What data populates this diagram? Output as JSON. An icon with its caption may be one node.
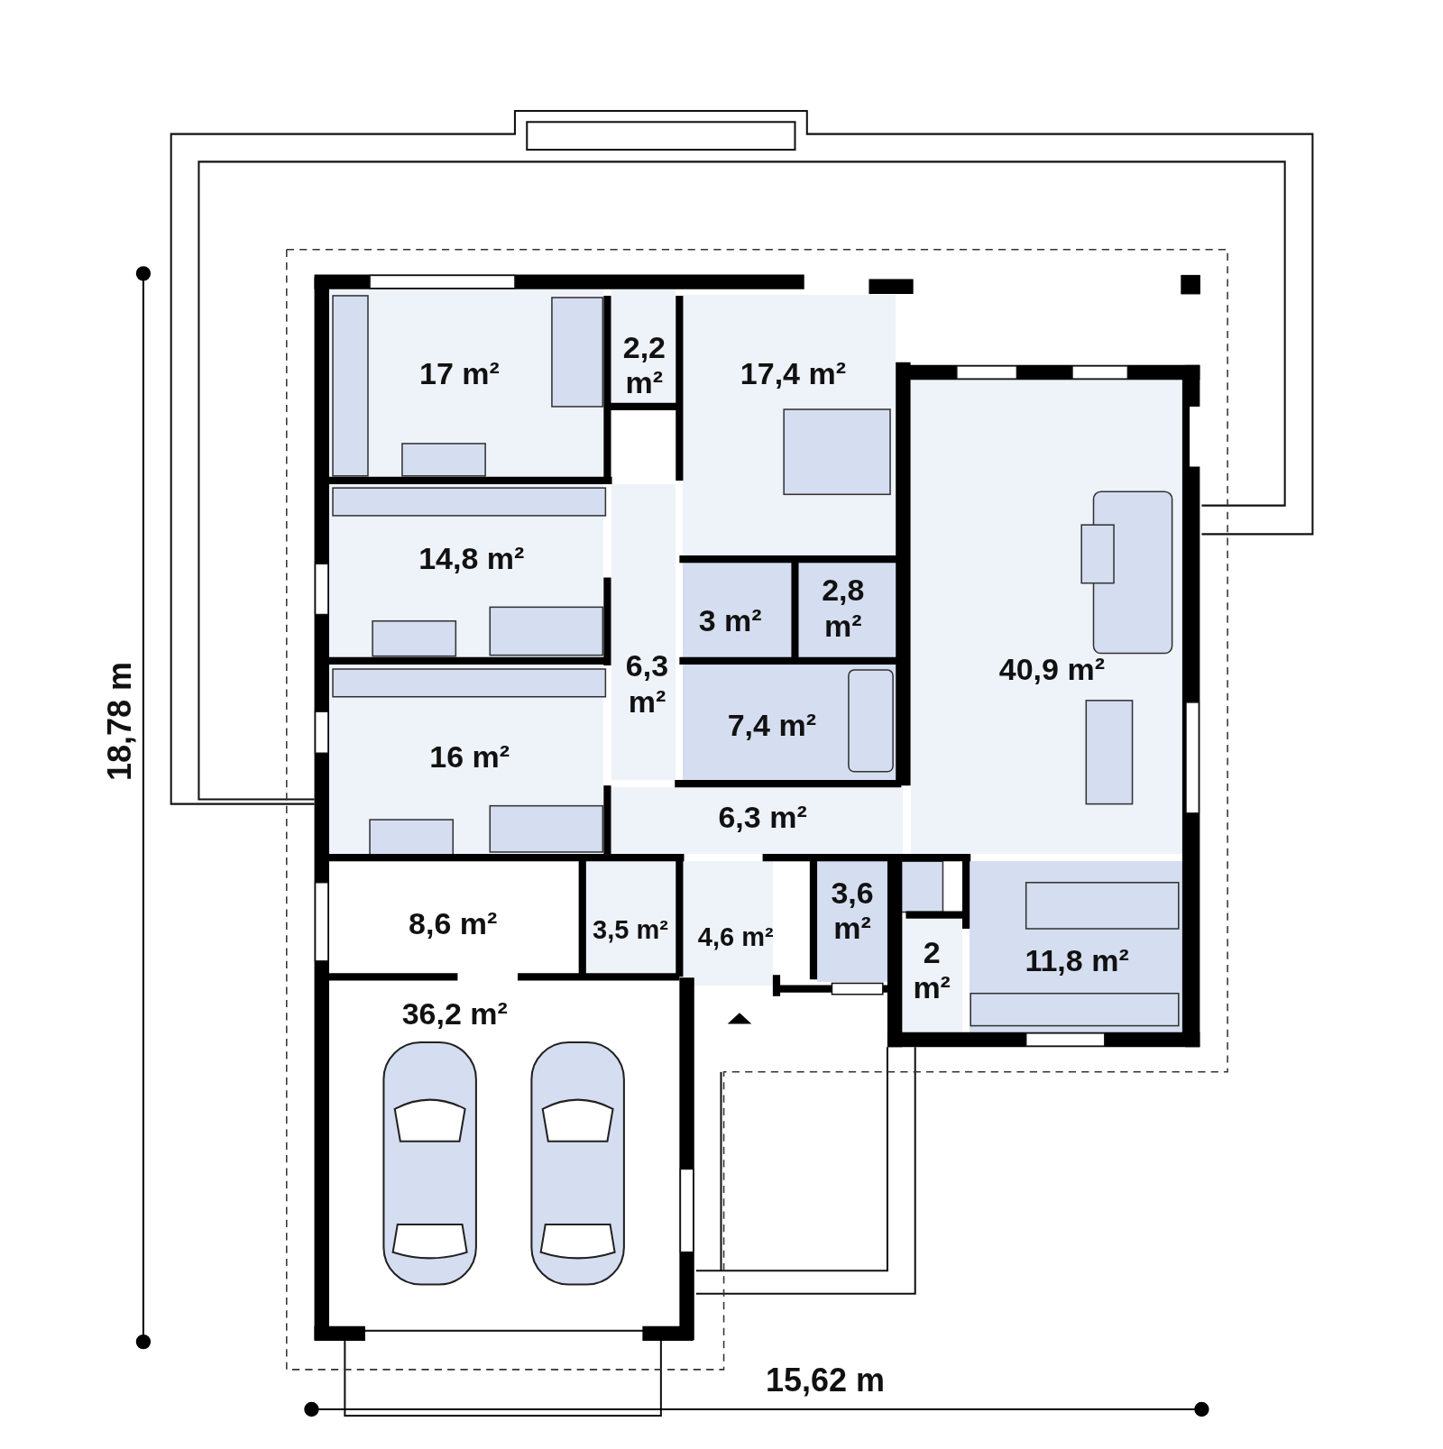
{
  "diagram": {
    "nodes": [
      {
        "text": [
          "17 m²"
        ]
      },
      {
        "text": [
          "2,2 m²"
        ]
      },
      {
        "text": [
          "17,4 m²"
        ]
      },
      {
        "text": [
          "14,8 m²"
        ]
      },
      {
        "text": [
          "6,3 m²"
        ]
      },
      {
        "text": [
          "3 m²"
        ]
      },
      {
        "text": [
          "2,8 m²"
        ]
      },
      {
        "text": [
          "7,4 m²"
        ]
      },
      {
        "text": [
          "16 m²"
        ]
      },
      {
        "text": [
          "40,9 m²"
        ]
      },
      {
        "text": [
          "6,3 m²"
        ]
      },
      {
        "text": [
          "8,6 m²"
        ]
      },
      {
        "text": [
          "3,5 m²"
        ]
      },
      {
        "text": [
          "4,6 m²"
        ]
      },
      {
        "text": [
          "3,6 m²"
        ]
      },
      {
        "text": [
          "2 m²"
        ]
      },
      {
        "text": [
          "11,8 m²"
        ]
      },
      {
        "text": [
          "36,2 m²"
        ]
      }
    ],
    "labels": [
      "18,78 m",
      "15,62 m"
    ]
  }
}
